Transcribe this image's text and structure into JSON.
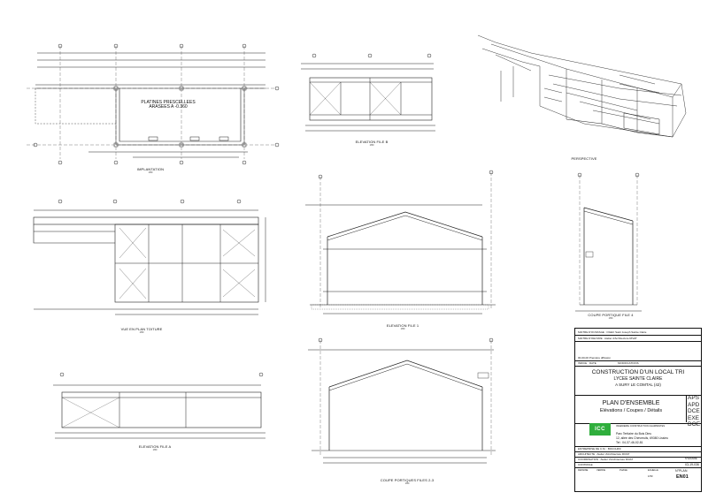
{
  "drawing": {
    "views": {
      "implantation": {
        "caption": "IMPLANTATION",
        "scale": "1/50",
        "note": "PLATINES PRESCELLEES ARASEES A -0.360"
      },
      "elevation_b": {
        "caption": "ELEVATION FILE B",
        "scale": "1/50"
      },
      "perspective": {
        "caption": "PERSPECTIVE"
      },
      "plan_toiture": {
        "caption": "VUE EN PLAN TOITURE",
        "scale": "1/50"
      },
      "elevation_1": {
        "caption": "ELEVATION FILE 1",
        "scale": "1/50"
      },
      "coupe_4": {
        "caption": "COUPE PORTIQUE FILE 4",
        "scale": "1/50"
      },
      "elevation_a": {
        "caption": "ELEVATION FILE A",
        "scale": "1/50"
      },
      "coupe_23": {
        "caption": "COUPE PORTIQUES FILES 2-3",
        "scale": "1/50"
      }
    }
  },
  "title_block": {
    "owner": "MAITRE D'OUVRAGE :  OGEC Saint Joseph Sainte Claire",
    "architect": "MAITRE D'OEUVRE :  Atelier d'Architecture RIVAT",
    "revision": "00-00-00  Première diffusion",
    "rev_headers": {
      "index": "INDICE",
      "date": "DATE",
      "modifs": "MODIFICATIONS"
    },
    "project_line1": "CONSTRUCTION D'UN LOCAL TRI",
    "project_line2": "LYCEE SAINTE CLAIRE",
    "project_line3": "A SURY LE COMTAL (42)",
    "plan_title": "PLAN D'ENSEMBLE",
    "plan_subtitle": "Elévations / Coupes / Détails",
    "phases": [
      "APS",
      "APD",
      "DCE",
      "EXE",
      "DOE"
    ],
    "company_logo": "ICC",
    "company_name": "INGENIERIE CONSTRUCTION CHARPENTES",
    "company_addr1": "Parc Tertiaire du Bois Dieu",
    "company_addr2": "12, allée des Chevreuils, 69380 Lissieu",
    "company_tel": "Tel : 04-37-46-02-81",
    "company_lot": "ENTREPRISE DE C.M. : BOCCHINI",
    "architect_lot": "ARCHITECTE : Atelier d'Architecture RIVAT",
    "coord_lot": "COORDINATION : Atelier d'Architecture RIVAT",
    "control": "CONTROLE",
    "affaire_label": "N°AFFAIRE",
    "affaire_no": "ICL19-036",
    "plan_label": "N°PLAN",
    "plan_no": "EN01",
    "sign_headers": [
      "DESSINE",
      "VERIFIE",
      "PHASE",
      "ECHELLE"
    ],
    "scale_value": "1/50"
  }
}
